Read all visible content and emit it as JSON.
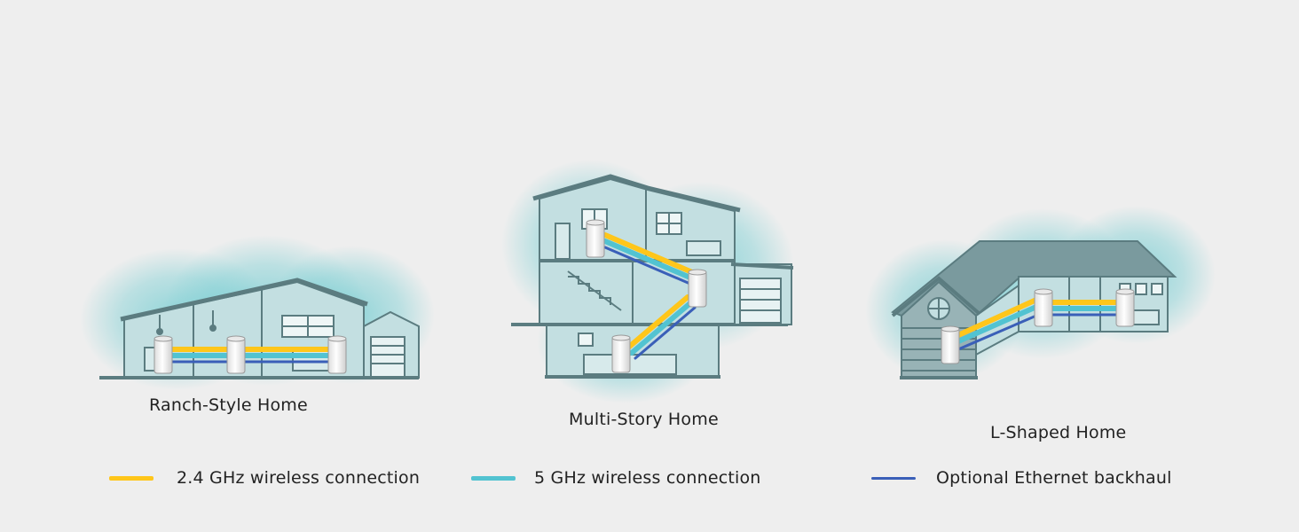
{
  "colors": {
    "background": "#eeeeee",
    "glow": "#5cc6cc",
    "wall": "#c3dfe1",
    "outline": "#5b7c80",
    "roof": "#7a9a9e",
    "node": "#fafafa",
    "band_24ghz": "#ffc61a",
    "band_5ghz": "#52c3d1",
    "ethernet": "#3a5fb8"
  },
  "houses": [
    {
      "id": "ranch",
      "label": "Ranch-Style Home",
      "node_count": 3,
      "node_icon": "mesh-node-icon"
    },
    {
      "id": "multistory",
      "label": "Multi-Story Home",
      "node_count": 3,
      "node_icon": "mesh-node-icon"
    },
    {
      "id": "lshaped",
      "label": "L-Shaped Home",
      "node_count": 3,
      "node_icon": "mesh-node-icon"
    }
  ],
  "legend": [
    {
      "label": "2.4 GHz wireless connection",
      "color": "#ffc61a"
    },
    {
      "label": "5 GHz wireless connection",
      "color": "#52c3d1"
    },
    {
      "label": "Optional Ethernet backhaul",
      "color": "#3a5fb8"
    }
  ]
}
